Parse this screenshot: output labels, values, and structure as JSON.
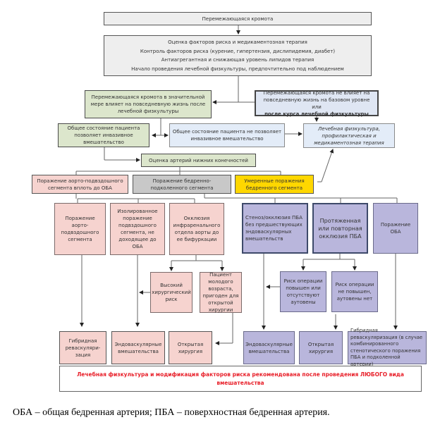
{
  "diagram": {
    "top": {
      "title": "Перемежающаяся кромота"
    },
    "assessment": {
      "lines": [
        "Оценка факторов риска и медикаментозная терапия",
        "Контроль факторов риска (курение, гипертензия, дислипидемия, диабет)",
        "Антиагрегантная и снижающая уровень липидов терапия",
        "Начало проведения лечебной физкультуры, предпочтительно под наблюдением"
      ]
    },
    "affects_life": "Перемежающаяся кромота в значительной мере влияет на повседневную жизнь после лечебной физкультуры",
    "not_affects_life": {
      "text": "Перемежающаяся кромота не влияет на повседневную жизнь на базовом уровне или",
      "bold": "после курса лечебной физкультуры"
    },
    "allows_invasive": "Общее состояние пациента позволяет инвазивное вмешательство",
    "not_allows_invasive": "Общее состояние пациента  не позволяет инвазивное вмешательство",
    "conservative": "Лечебная физкультура, профилактическая и медикаментозная терапия",
    "artery_assessment": "Оценка артерий нижних конечностей",
    "segments": {
      "aortoiliac": "Поражение аорто-подвздошного сегмента вплоть до ОБА",
      "femoropopliteal": "Поражение бедренно-подколенного сегмента",
      "moderate": "Умеренные поражения бедренного сегмента"
    },
    "aortoiliac_branches": [
      "Поражение аорто-подвздошного сегмента",
      "Изолированное поражение подвздошного сегмента, не доходящее до ОБА",
      "Окклюзия инфраренального отдела аорты до ее бифуркации"
    ],
    "femoral_branches": [
      "Стеноз/окклюзия ПБА без предшествующих эндоваскулярных вмешательств",
      "Протяженная или повторная окклюзия ПБА",
      "Поражение ОБА"
    ],
    "aorta_risk": {
      "high": "Высокий хирургический риск",
      "young": "Пациент молодого возраста, пригоден для открытой хирургии"
    },
    "femoral_risk": {
      "high": "Риск операции повышен или отсутствуют аутовены",
      "low": "Риск операции не повышен, аутовены нет"
    },
    "outcomes_left": [
      "Гибридная реваскуляри-зация",
      "Эндоваскулярные вмешательства",
      "Открытая хирургия"
    ],
    "outcomes_right": [
      "Эндоваскулярные вмешательства",
      "Открытая хирургия",
      "Гибридная реваскуляризация (в случае комбинированного стенотического поражения ПБА  и подколенной артерии)"
    ],
    "final_note": "Лечебная физкультура и модификация факторов риска рекомендована после проведения ЛЮБОГО вида вмешательства"
  },
  "caption": "ОБА – общая бедренная артерия; ПБА – поверхностная бедренная артерия.",
  "colors": {
    "green": "#dce6cc",
    "light_blue": "#e3ecf8",
    "pink": "#f6d3cf",
    "gray": "#c8c8c8",
    "yellow": "#ffd700",
    "purple": "#b9b6dc",
    "note_text": "#e8202a"
  }
}
